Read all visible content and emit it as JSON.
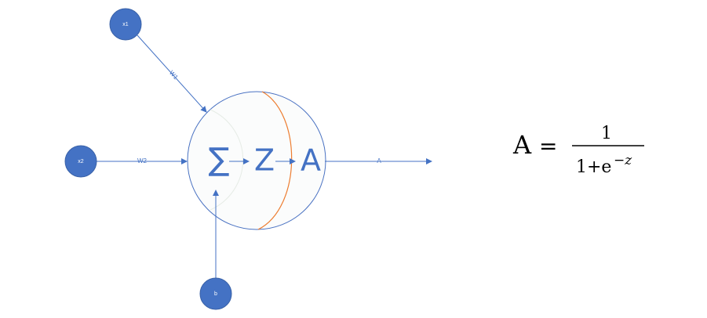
{
  "inputs": {
    "x1": {
      "label": "x1"
    },
    "x2": {
      "label": "x2"
    },
    "b": {
      "label": "b"
    }
  },
  "edges": {
    "w1_label": "W1",
    "w2_label": "W2",
    "output_label": "A"
  },
  "neuron": {
    "sum_symbol": "∑",
    "z_symbol": "Z",
    "a_symbol": "A"
  },
  "formula": {
    "lhs": "A",
    "equals": "=",
    "numerator": "1",
    "denominator_base": "1+e",
    "denominator_exponent": "−z"
  },
  "colors": {
    "node_fill": "#4472c4",
    "edge": "#4472c4",
    "divider": "#ed7d31"
  }
}
